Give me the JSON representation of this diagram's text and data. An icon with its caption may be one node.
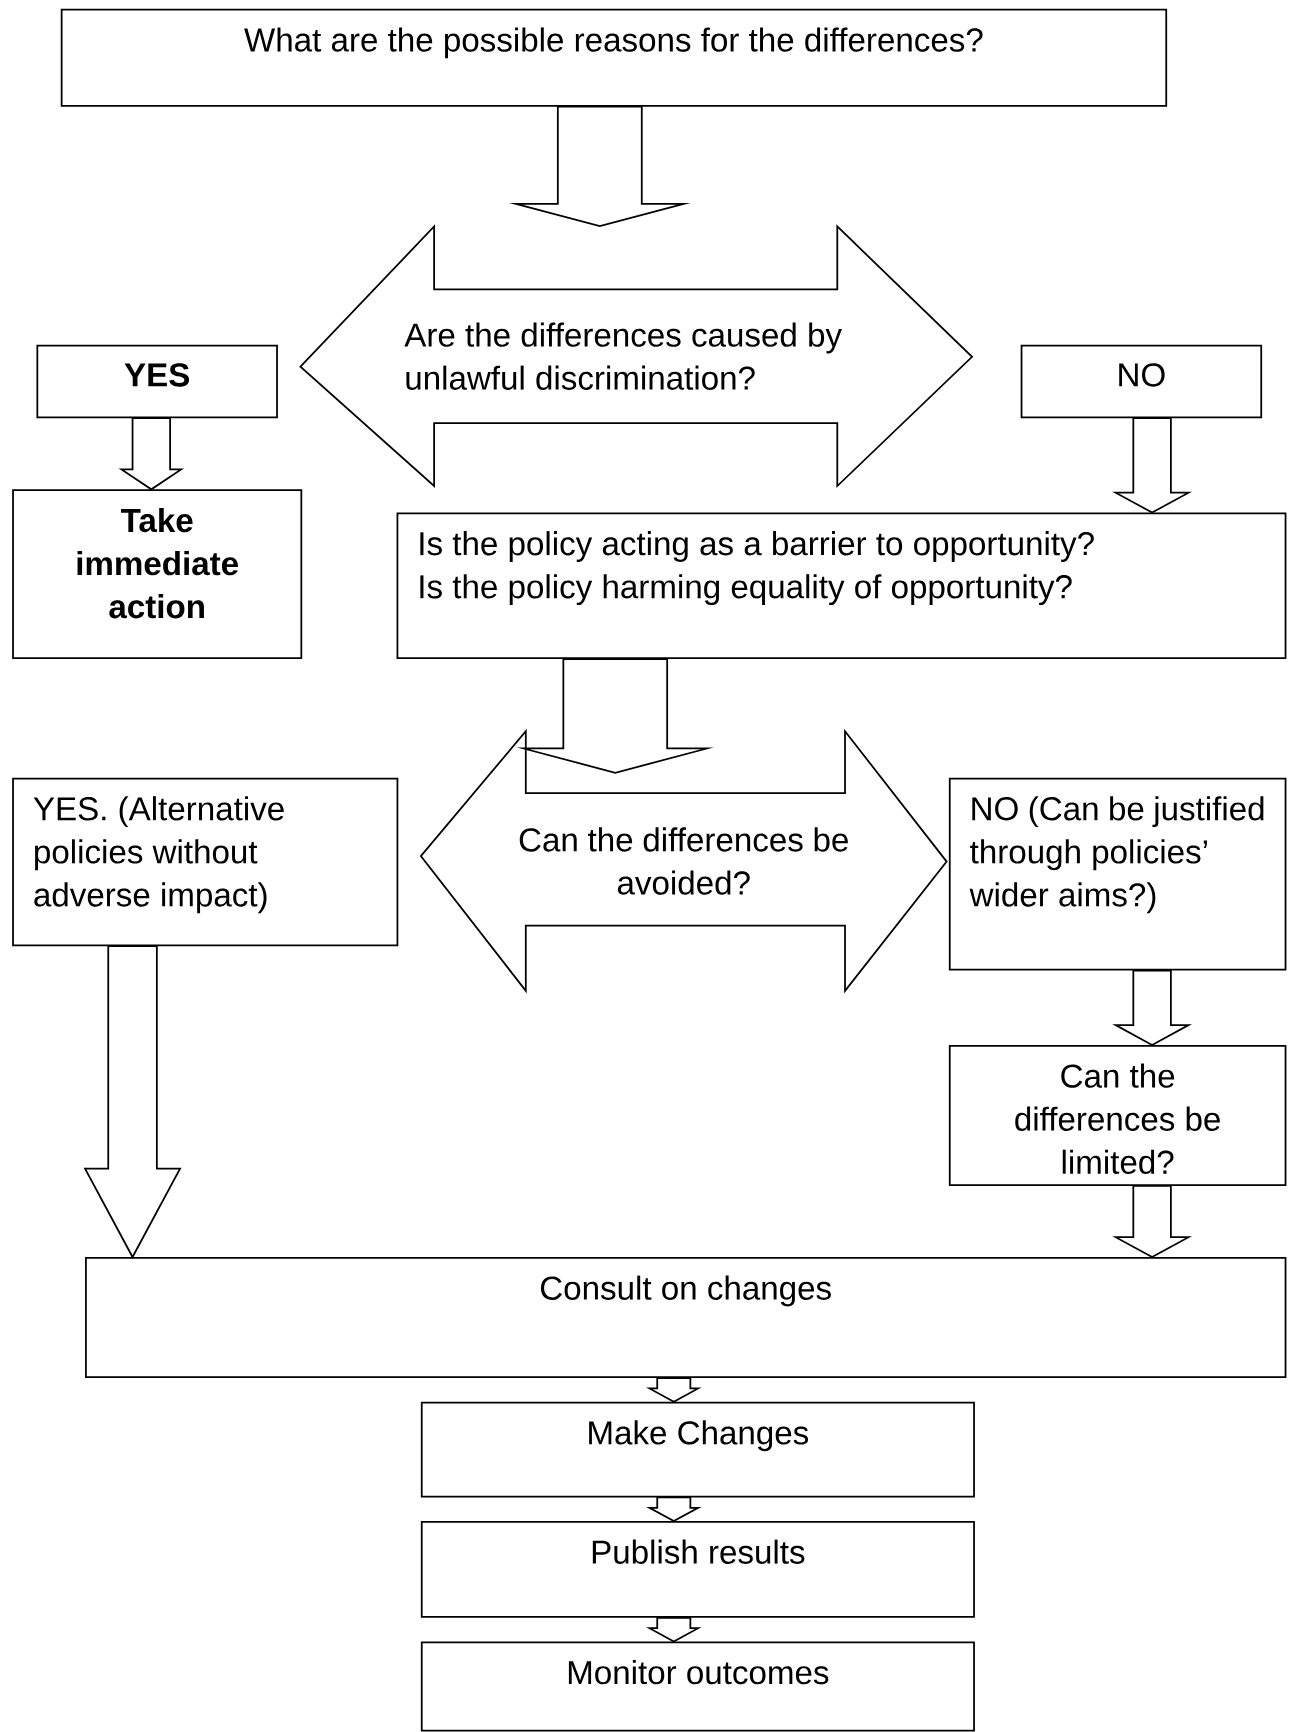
{
  "diagram": {
    "nodes": [
      {
        "text": [
          "What are the possible reasons for the differences?"
        ]
      },
      {
        "text": [
          "Are the differences caused by unlawful discrimination?"
        ]
      },
      {
        "text": [
          "YES"
        ]
      },
      {
        "text": [
          "NO"
        ]
      },
      {
        "text": [
          "Take immediate action"
        ]
      },
      {
        "text": [
          "Is the policy acting as a barrier to opportunity?",
          "Is the policy harming equality of opportunity?"
        ]
      },
      {
        "text": [
          "YES. (Alternative policies without adverse impact)"
        ]
      },
      {
        "text": [
          "Can the differences be avoided?"
        ]
      },
      {
        "text": [
          "NO (Can be justified through policies’ wider aims?)"
        ]
      },
      {
        "text": [
          "Can the differences be limited?"
        ]
      },
      {
        "text": [
          "Consult on changes"
        ]
      },
      {
        "text": [
          "Make Changes"
        ]
      },
      {
        "text": [
          "Publish results"
        ]
      },
      {
        "text": [
          "Monitor outcomes"
        ]
      }
    ],
    "edges": [
      {
        "from": 0,
        "to": 1,
        "arrow": "to"
      },
      {
        "from": 2,
        "to": 4,
        "arrow": "to"
      },
      {
        "from": 3,
        "to": 5,
        "arrow": "to"
      },
      {
        "from": 5,
        "to": 7,
        "arrow": "to"
      },
      {
        "from": 6,
        "to": 10,
        "arrow": "to"
      },
      {
        "from": 8,
        "to": 9,
        "arrow": "to"
      },
      {
        "from": 9,
        "to": 10,
        "arrow": "to"
      },
      {
        "from": 10,
        "to": 11,
        "arrow": "to"
      },
      {
        "from": 11,
        "to": 12,
        "arrow": "to"
      },
      {
        "from": 12,
        "to": 13,
        "arrow": "to"
      }
    ]
  }
}
